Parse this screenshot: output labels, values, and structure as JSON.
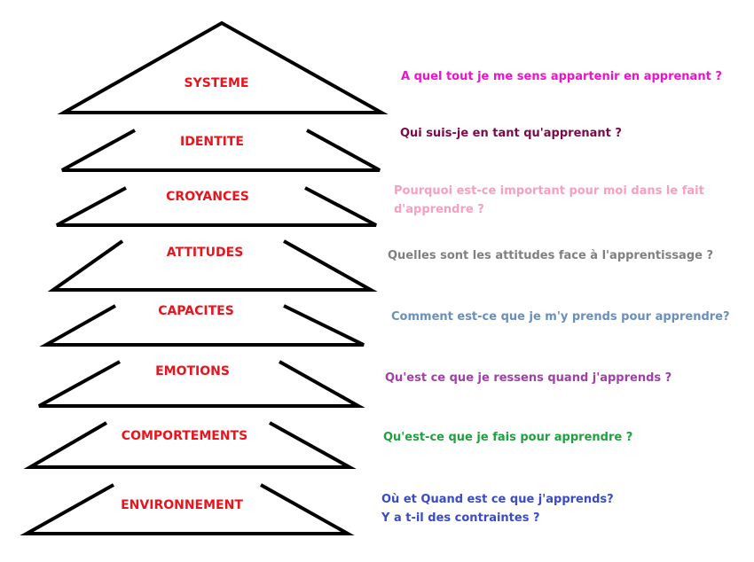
{
  "levels": [
    {
      "label": "SYSTEME",
      "question": "A quel tout je me sens appartenir en apprenant ?",
      "question2": "",
      "color": "#f010d0"
    },
    {
      "label": "IDENTITE",
      "question": "Qui suis-je en tant qu'apprenant ?",
      "question2": "",
      "color": "#7a0a4a"
    },
    {
      "label": "CROYANCES",
      "question": "Pourquoi est-ce important pour moi dans le fait",
      "question2": "d'apprendre ?",
      "color": "#f5a0c0"
    },
    {
      "label": "ATTITUDES",
      "question": "Quelles sont les attitudes face à l'apprentissage ?",
      "question2": "",
      "color": "#808080"
    },
    {
      "label": "CAPACITES",
      "question": "Comment est-ce que je m'y prends pour apprendre?",
      "question2": "",
      "color": "#6a8fbc"
    },
    {
      "label": "EMOTIONS",
      "question": "Qu'est ce que je ressens quand j'apprends ?",
      "question2": "",
      "color": "#a040a8"
    },
    {
      "label": "COMPORTEMENTS",
      "question": "Qu'est-ce que je fais pour apprendre ?",
      "question2": "",
      "color": "#20a040"
    },
    {
      "label": "ENVIRONNEMENT",
      "question": "Où et Quand est ce que j'apprends?",
      "question2": "Y a t-il des contraintes ?",
      "color": "#3a4ac8"
    }
  ]
}
